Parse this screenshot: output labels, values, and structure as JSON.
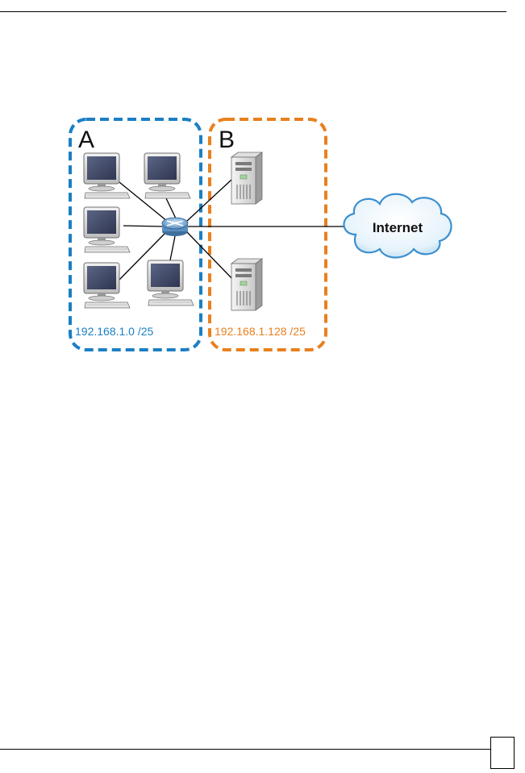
{
  "diagram": {
    "zone_a": {
      "label": "A",
      "subnet": "192.168.1.0 /25",
      "color": "#1b7fc4"
    },
    "zone_b": {
      "label": "B",
      "subnet": "192.168.1.128 /25",
      "color": "#e8801f"
    },
    "cloud_label": "Internet",
    "device_icons": [
      "computer-icon",
      "server-icon",
      "router-icon",
      "cloud-icon"
    ]
  }
}
